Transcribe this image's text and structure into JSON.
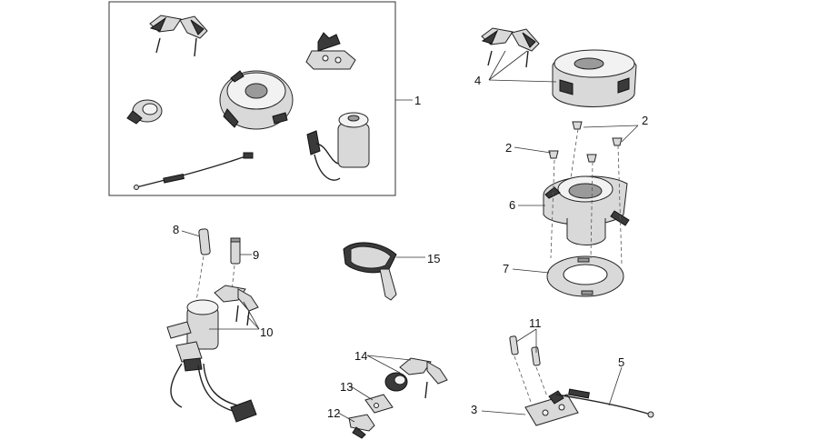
{
  "callouts": [
    {
      "id": "c1",
      "text": "1"
    },
    {
      "id": "c2a",
      "text": "2"
    },
    {
      "id": "c2b",
      "text": "2"
    },
    {
      "id": "c3",
      "text": "3"
    },
    {
      "id": "c4",
      "text": "4"
    },
    {
      "id": "c5",
      "text": "5"
    },
    {
      "id": "c6",
      "text": "6"
    },
    {
      "id": "c7",
      "text": "7"
    },
    {
      "id": "c8",
      "text": "8"
    },
    {
      "id": "c9",
      "text": "9"
    },
    {
      "id": "c10",
      "text": "10"
    },
    {
      "id": "c11",
      "text": "11"
    },
    {
      "id": "c12",
      "text": "12"
    },
    {
      "id": "c13",
      "text": "13"
    },
    {
      "id": "c14",
      "text": "14"
    },
    {
      "id": "c15",
      "text": "15"
    }
  ]
}
